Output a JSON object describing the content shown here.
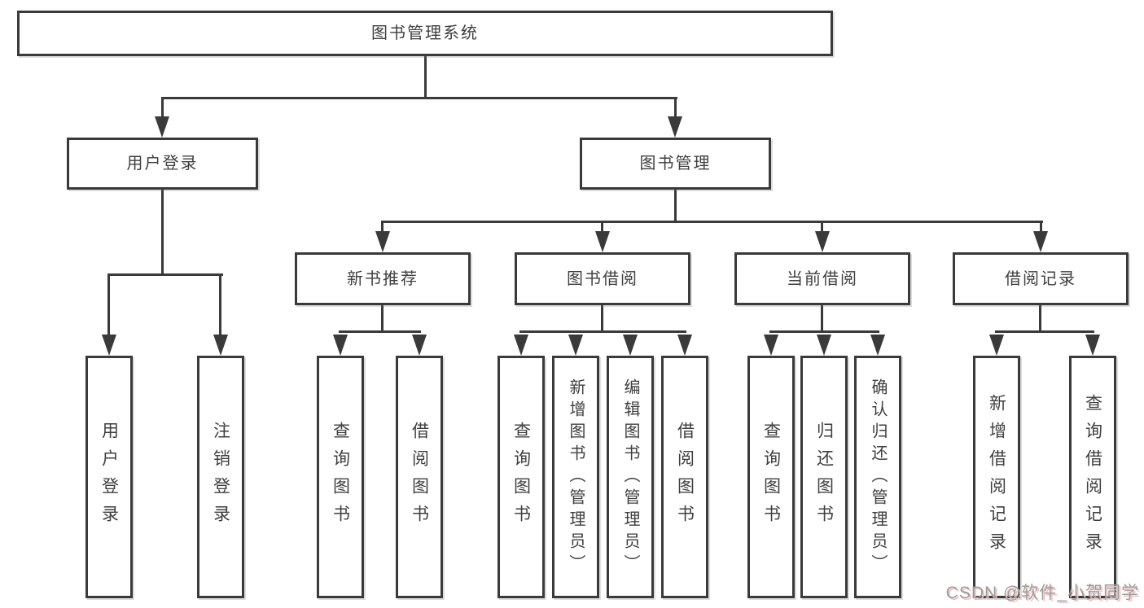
{
  "watermark": {
    "text": "CSDN @软件_小贺同学",
    "color": "#9c9c9c",
    "shadow_color": "#efc0c0"
  },
  "diagram": {
    "title": "图书管理系统",
    "colors": {
      "line": "#3a3a3a",
      "box_border": "#3a3a3a",
      "text": "#3f3f3f",
      "background": "#ffffff"
    },
    "nodes": [
      {
        "id": "system",
        "label": "图书管理系统",
        "parent": null
      },
      {
        "id": "user-login",
        "label": "用户登录",
        "parent": "system"
      },
      {
        "id": "book-management",
        "label": "图书管理",
        "parent": "system"
      },
      {
        "id": "new-book-recommend",
        "label": "新书推荐",
        "parent": "book-management"
      },
      {
        "id": "book-borrowing",
        "label": "图书借阅",
        "parent": "book-management"
      },
      {
        "id": "current-borrowing",
        "label": "当前借阅",
        "parent": "book-management"
      },
      {
        "id": "borrowing-records",
        "label": "借阅记录",
        "parent": "book-management"
      },
      {
        "id": "leaf-user-login",
        "label": "用户登录",
        "parent": "user-login"
      },
      {
        "id": "leaf-logout-login",
        "label": "注销登录",
        "parent": "user-login"
      },
      {
        "id": "leaf-recommend-query-books",
        "label": "查询图书",
        "parent": "new-book-recommend"
      },
      {
        "id": "leaf-recommend-borrow-books",
        "label": "借阅图书",
        "parent": "new-book-recommend"
      },
      {
        "id": "leaf-borrowing-query-books",
        "label": "查询图书",
        "parent": "book-borrowing"
      },
      {
        "id": "leaf-borrowing-add-books",
        "label": "新增图书（管理员）",
        "parent": "book-borrowing"
      },
      {
        "id": "leaf-borrowing-edit-books",
        "label": "编辑图书（管理员）",
        "parent": "book-borrowing"
      },
      {
        "id": "leaf-borrowing-borrow-books",
        "label": "借阅图书",
        "parent": "book-borrowing"
      },
      {
        "id": "leaf-current-query-books",
        "label": "查询图书",
        "parent": "current-borrowing"
      },
      {
        "id": "leaf-current-return-books",
        "label": "归还图书",
        "parent": "current-borrowing"
      },
      {
        "id": "leaf-current-confirm-return",
        "label": "确认归还（管理员）",
        "parent": "current-borrowing"
      },
      {
        "id": "leaf-records-add-record",
        "label": "新增借阅记录",
        "parent": "borrowing-records"
      },
      {
        "id": "leaf-records-query-record",
        "label": "查询借阅记录",
        "parent": "borrowing-records"
      }
    ]
  }
}
